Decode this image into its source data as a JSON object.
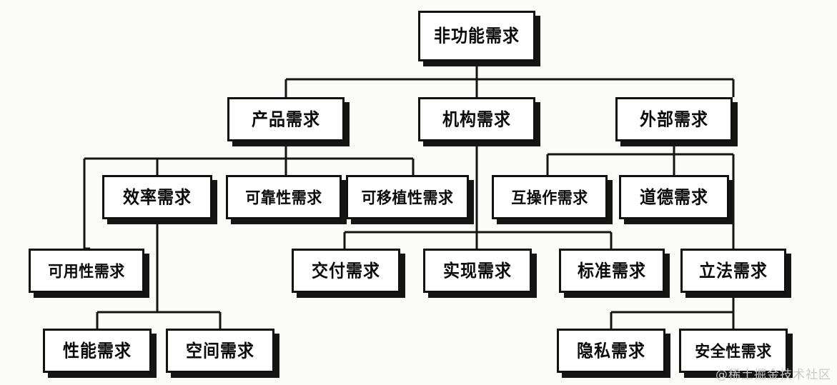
{
  "diagram": {
    "title": "非功能需求",
    "type": "tree-hierarchy",
    "watermark": "@稀土掘金技术社区",
    "nodes": {
      "root": "非功能需求",
      "product": "产品需求",
      "organizational": "机构需求",
      "external": "外部需求",
      "efficiency": "效率需求",
      "reliability": "可靠性需求",
      "portability": "可移植性需求",
      "interoperability": "互操作需求",
      "ethical": "道德需求",
      "usability": "可用性需求",
      "delivery": "交付需求",
      "implementation": "实现需求",
      "standards": "标准需求",
      "legislative": "立法需求",
      "performance": "性能需求",
      "space": "空间需求",
      "privacy": "隐私需求",
      "safety": "安全性需求"
    },
    "edges": [
      {
        "from": "root",
        "to": "product"
      },
      {
        "from": "root",
        "to": "organizational"
      },
      {
        "from": "root",
        "to": "external"
      },
      {
        "from": "product",
        "to": "efficiency"
      },
      {
        "from": "product",
        "to": "reliability"
      },
      {
        "from": "product",
        "to": "portability"
      },
      {
        "from": "product",
        "to": "usability"
      },
      {
        "from": "organizational",
        "to": "delivery"
      },
      {
        "from": "organizational",
        "to": "implementation"
      },
      {
        "from": "organizational",
        "to": "standards"
      },
      {
        "from": "external",
        "to": "interoperability"
      },
      {
        "from": "external",
        "to": "ethical"
      },
      {
        "from": "external",
        "to": "legislative"
      },
      {
        "from": "efficiency",
        "to": "performance"
      },
      {
        "from": "efficiency",
        "to": "space"
      },
      {
        "from": "legislative",
        "to": "privacy"
      },
      {
        "from": "legislative",
        "to": "safety"
      }
    ],
    "colors": {
      "background": "#fbfbfa",
      "box_fill": "#ffffff",
      "box_border": "#111111",
      "shadow": "#151515",
      "text": "#0b0b0b",
      "watermark": "#c9c9c9"
    }
  }
}
